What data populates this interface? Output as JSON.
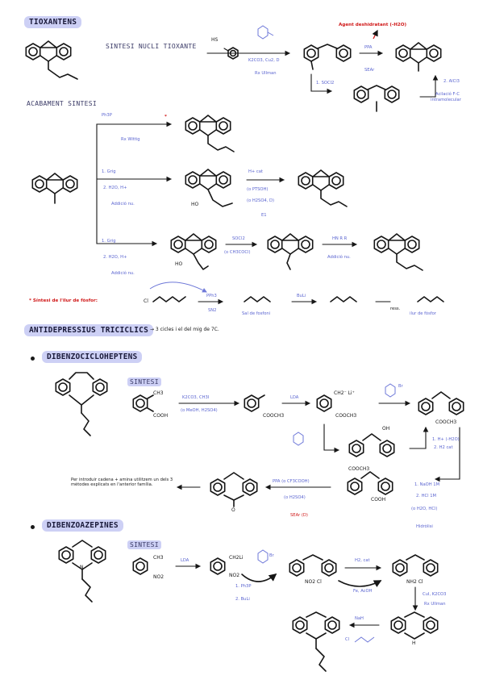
{
  "headings": {
    "tioxantens": "TIOXANTENS",
    "sintesi_nucli": "SINTESI NUCLI TIOXANTE",
    "acabament": "ACABAMENT SINTESI",
    "antidepressius": "ANTIDEPRESSIUS TRICICLICS",
    "dibenzocicloheptens": "DIBENZOCICLOHEPTENS",
    "dibenzoazepines": "DIBENZOAZEPINES",
    "sintesi_1": "SINTESI",
    "sintesi_2": "SINTESI"
  },
  "tioxante": {
    "reagent_hs": "HS",
    "cond_1": "K2CO3, Cu2, D",
    "cond_2": "Rx Ullman",
    "agent": "Agent deshidratant (-H2O)",
    "ppa": "PPA",
    "sear": "SEAr",
    "socl2": "1. SOCl2",
    "alcl3": "2. AlCl3",
    "acilacio": "Acilació F-C",
    "intramolecular": "intramolecular"
  },
  "acabament": {
    "ph3p": "Ph3P",
    "wittig": "Rx Wittig",
    "grig_1": "1. Grig",
    "h2o_1": "2. H2O, H+",
    "addicio_1": "Addició nu.",
    "hcat": "H+ cat",
    "ptsoh": "(o PTSOH)",
    "h2so4": "(o H2SO4, D)",
    "e1": "E1",
    "grig_2": "1. Grig",
    "h2o_2": "2. H2O, H+",
    "addicio_2": "Addició nu.",
    "socl2": "SOCl2",
    "ch3cocl": "(o CH3COCl)",
    "hnr": "HN R R",
    "addicio_3": "Addició nu."
  },
  "ylur": {
    "title": "* Síntesi de l'ilur de fòsfor:",
    "cl": "Cl",
    "pph3": "PPh3",
    "sn2": "SN2",
    "sal": "Sal de fosfoni",
    "buli": "BuLi",
    "ilur": "ilur de fòsfor",
    "ress": "ress."
  },
  "antidep_note": "→ 3 cicles i el del mig de 7C.",
  "dibenzo_ch": {
    "ch3": "CH3",
    "cooh": "COOH",
    "k2co3": "K2CO3, CH3I",
    "meoh": "(o MeOH, H2SO4)",
    "cooch3_1": "COOCH3",
    "lda": "LDA",
    "ch2li": "CH2⁻ Li⁺",
    "cooch3_2": "COOCH3",
    "br": "Br",
    "oh": "OH",
    "cooch3_3": "COOCH3",
    "cooch3_4": "COOCH3",
    "h_h2o": "1. H+ (-H2O)",
    "h2_cat": "2. H2 cat",
    "naoh": "1. NaOH 1M",
    "hcl": "2. HCl 1M",
    "h2o_hcl": "(o H2O, HCl)",
    "hidrolisi": "Hidròlisi",
    "cooh_2": "COOH",
    "ppa": "PPA (o CF3COOH)",
    "h2so4": "(o H2SO4)",
    "sear": "SEAr (D)",
    "o": "O",
    "note": "Per introduir cadena + amina utilitzem un dels 3 mètodes explicats en l'anterior família."
  },
  "dibenzo_az": {
    "ch3": "CH3",
    "no2": "NO2",
    "lda": "LDA",
    "ch2li": "CH2Li",
    "no2_2": "NO2",
    "br": "Br",
    "wittig_1": "1. Ph3P",
    "wittig_2": "2. BuLi",
    "no2_cl": "NO2 Cl",
    "h2_cat": "H2, cat",
    "fe_acoh": "Fe, AcOH",
    "nh2_cl": "NH2 Cl",
    "cu": "CuI, K2CO3",
    "ullman": "Rx Ullman",
    "nah": "NaH",
    "cl": "Cl",
    "h": "H",
    "n": "N"
  },
  "colors": {
    "highlight": "#cdd0f5",
    "reagent_blue": "#5a64d0",
    "accent_red": "#d01818",
    "ink": "#161616"
  }
}
